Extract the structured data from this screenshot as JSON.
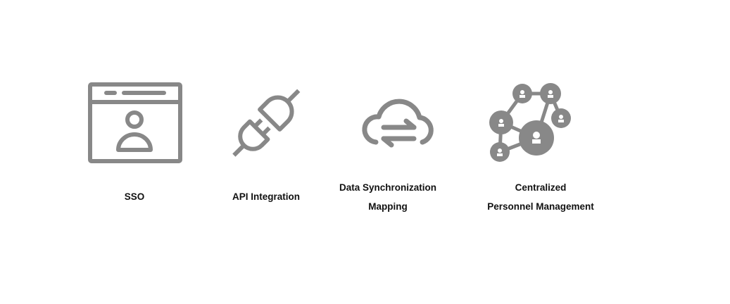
{
  "icon_color": "#888888",
  "features": [
    {
      "icon": "browser-user-icon",
      "lines": [
        "SSO"
      ]
    },
    {
      "icon": "plug-icon",
      "lines": [
        "API Integration"
      ]
    },
    {
      "icon": "cloud-sync-icon",
      "lines": [
        "Data Synchronization",
        "Mapping"
      ]
    },
    {
      "icon": "network-people-icon",
      "lines": [
        "Centralized",
        "Personnel Management"
      ]
    }
  ]
}
